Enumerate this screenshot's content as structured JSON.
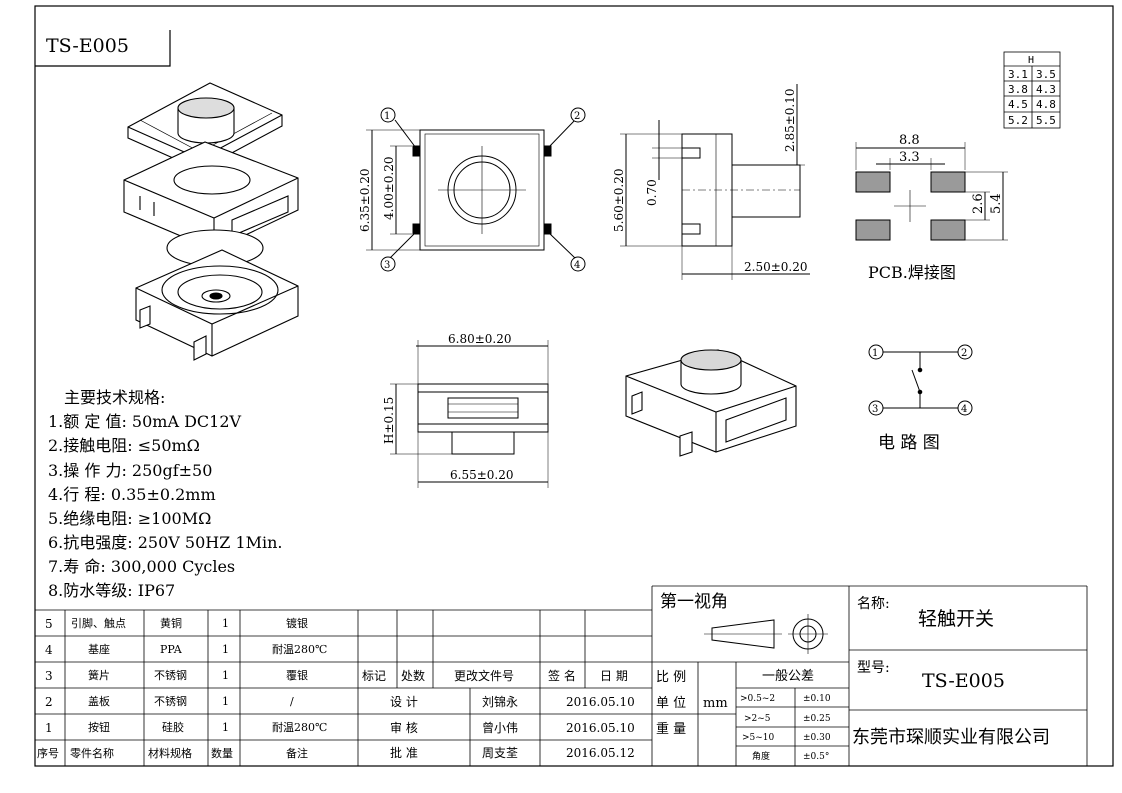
{
  "part_code": "TS-E005",
  "height_table": {
    "header": "H",
    "rows": [
      [
        "3.1",
        "3.5"
      ],
      [
        "3.8",
        "4.3"
      ],
      [
        "4.5",
        "4.8"
      ],
      [
        "5.2",
        "5.5"
      ]
    ]
  },
  "top_view": {
    "dim_width": "6.35±0.20",
    "dim_inner": "4.00±0.20",
    "pins": [
      "1",
      "2",
      "3",
      "4"
    ]
  },
  "side_view": {
    "dim_height": "5.60±0.20",
    "dim_small": "0.70",
    "dim_right": "2.85±0.10",
    "dim_bottom": "2.50±0.20"
  },
  "pcb": {
    "dim_outer": "8.8",
    "dim_inner": "3.3",
    "dim_v_inner": "2.6",
    "dim_v_outer": "5.4",
    "label": "PCB.焊接图"
  },
  "front_view": {
    "dim_top": "6.80±0.20",
    "dim_h": "H±0.15",
    "dim_bottom": "6.55±0.20"
  },
  "circuit": {
    "label": "电 路 图",
    "pins": [
      "1",
      "2",
      "3",
      "4"
    ]
  },
  "specs": {
    "title": "主要技术规格:",
    "items": [
      "1.额 定 值: 50mA DC12V",
      "2.接触电阻: ≤50mΩ",
      "3.操 作 力: 250gf±50",
      "4.行    程: 0.35±0.2mm",
      "5.绝缘电阻: ≥100MΩ",
      "6.抗电强度: 250V 50HZ 1Min.",
      "7.寿    命: 300,000 Cycles",
      "8.防水等级: IP67"
    ]
  },
  "bom": {
    "rows": [
      [
        "5",
        "引脚、触点",
        "黄铜",
        "1",
        "镀银"
      ],
      [
        "4",
        "基座",
        "PPA",
        "1",
        "耐温280℃"
      ],
      [
        "3",
        "簧片",
        "不锈钢",
        "1",
        "覆银"
      ],
      [
        "2",
        "盖板",
        "不锈钢",
        "1",
        "/"
      ],
      [
        "1",
        "按钮",
        "硅胶",
        "1",
        "耐温280℃"
      ]
    ],
    "header": [
      "序号",
      "零件名称",
      "材料规格",
      "数量",
      "备注"
    ]
  },
  "revision": {
    "header": [
      "标记",
      "处数",
      "更改文件号",
      "签 名",
      "日 期"
    ],
    "rows": [
      [
        "设  计",
        "刘锦永",
        "2016.05.10"
      ],
      [
        "审  核",
        "曾小伟",
        "2016.05.10"
      ],
      [
        "批  准",
        "周支荃",
        "2016.05.12"
      ]
    ]
  },
  "projection": {
    "label": "第一视角"
  },
  "scale": {
    "ratio_label": "比 例",
    "unit_label": "单 位",
    "unit": "mm",
    "weight_label": "重 量"
  },
  "tolerance": {
    "title": "一般公差",
    "rows": [
      [
        ">0.5~2",
        "±0.10"
      ],
      [
        ">2~5",
        "±0.25"
      ],
      [
        ">5~10",
        "±0.30"
      ],
      [
        "角度",
        "±0.5°"
      ]
    ]
  },
  "title_block": {
    "name_label": "名称:",
    "name": "轻触开关",
    "model_label": "型号:",
    "model": "TS-E005",
    "company": "东莞市琛顺实业有限公司"
  }
}
